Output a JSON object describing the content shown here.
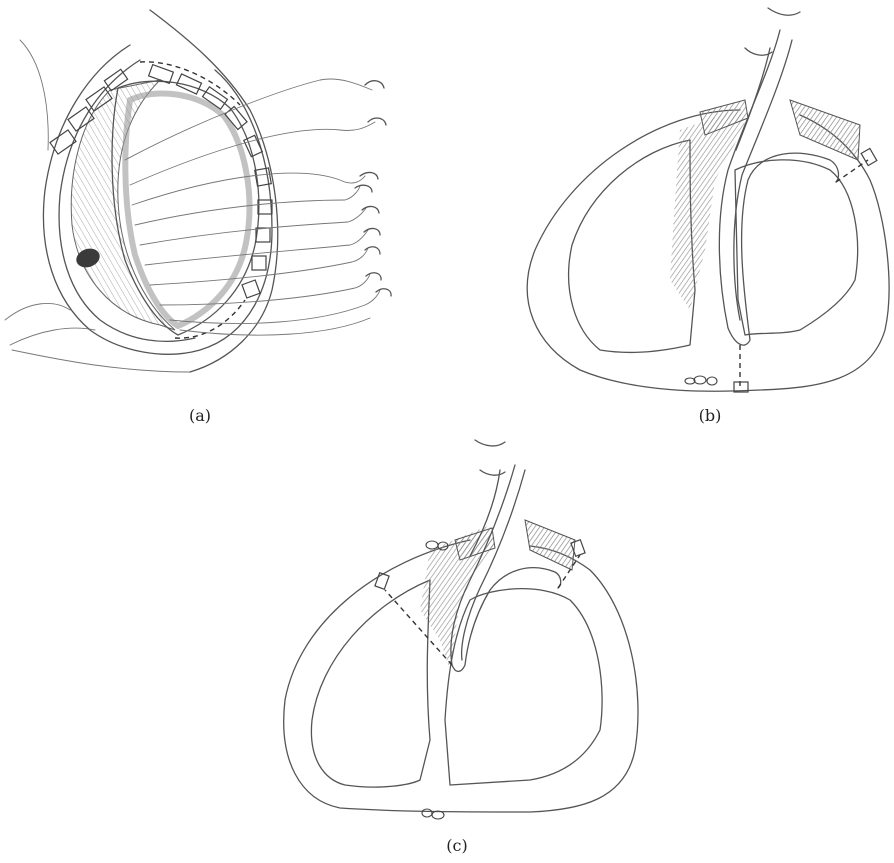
{
  "panels": [
    {
      "id": "a",
      "caption": "(a)"
    },
    {
      "id": "b",
      "caption": "(b)"
    },
    {
      "id": "c",
      "caption": "(c)"
    }
  ],
  "colors": {
    "pencil": "#555555",
    "shading": "#9a9a9a",
    "dark_spot": "#3a3a3a"
  }
}
